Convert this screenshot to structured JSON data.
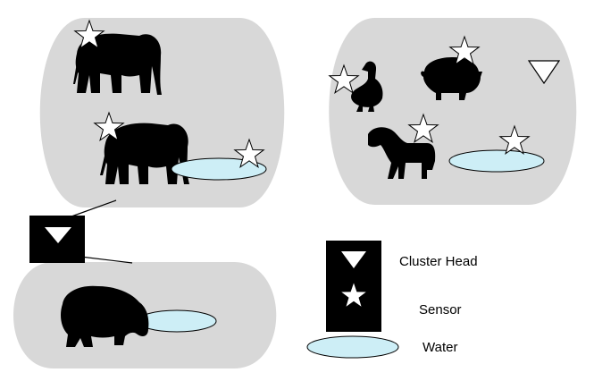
{
  "colors": {
    "cluster_fill": "#d8d8d8",
    "water_fill": "#cdeef6",
    "silhouette": "#000000",
    "background": "#ffffff"
  },
  "clusters": [
    {
      "name": "elephant-cluster",
      "animals": [
        "elephant",
        "elephant"
      ],
      "sensors": 3,
      "has_water": true
    },
    {
      "name": "farm-cluster",
      "animals": [
        "duck",
        "pig",
        "horse"
      ],
      "sensors": 4,
      "has_water": true,
      "has_cluster_head": true
    },
    {
      "name": "hippo-cluster",
      "animals": [
        "hippo"
      ],
      "sensors": 0,
      "has_water": true
    }
  ],
  "legend": {
    "cluster_head_label": "Cluster Head",
    "sensor_label": "Sensor",
    "water_label": "Water"
  },
  "icons": {
    "cluster_head": "triangle-down-icon",
    "sensor": "star-icon",
    "water": "ellipse-icon"
  }
}
